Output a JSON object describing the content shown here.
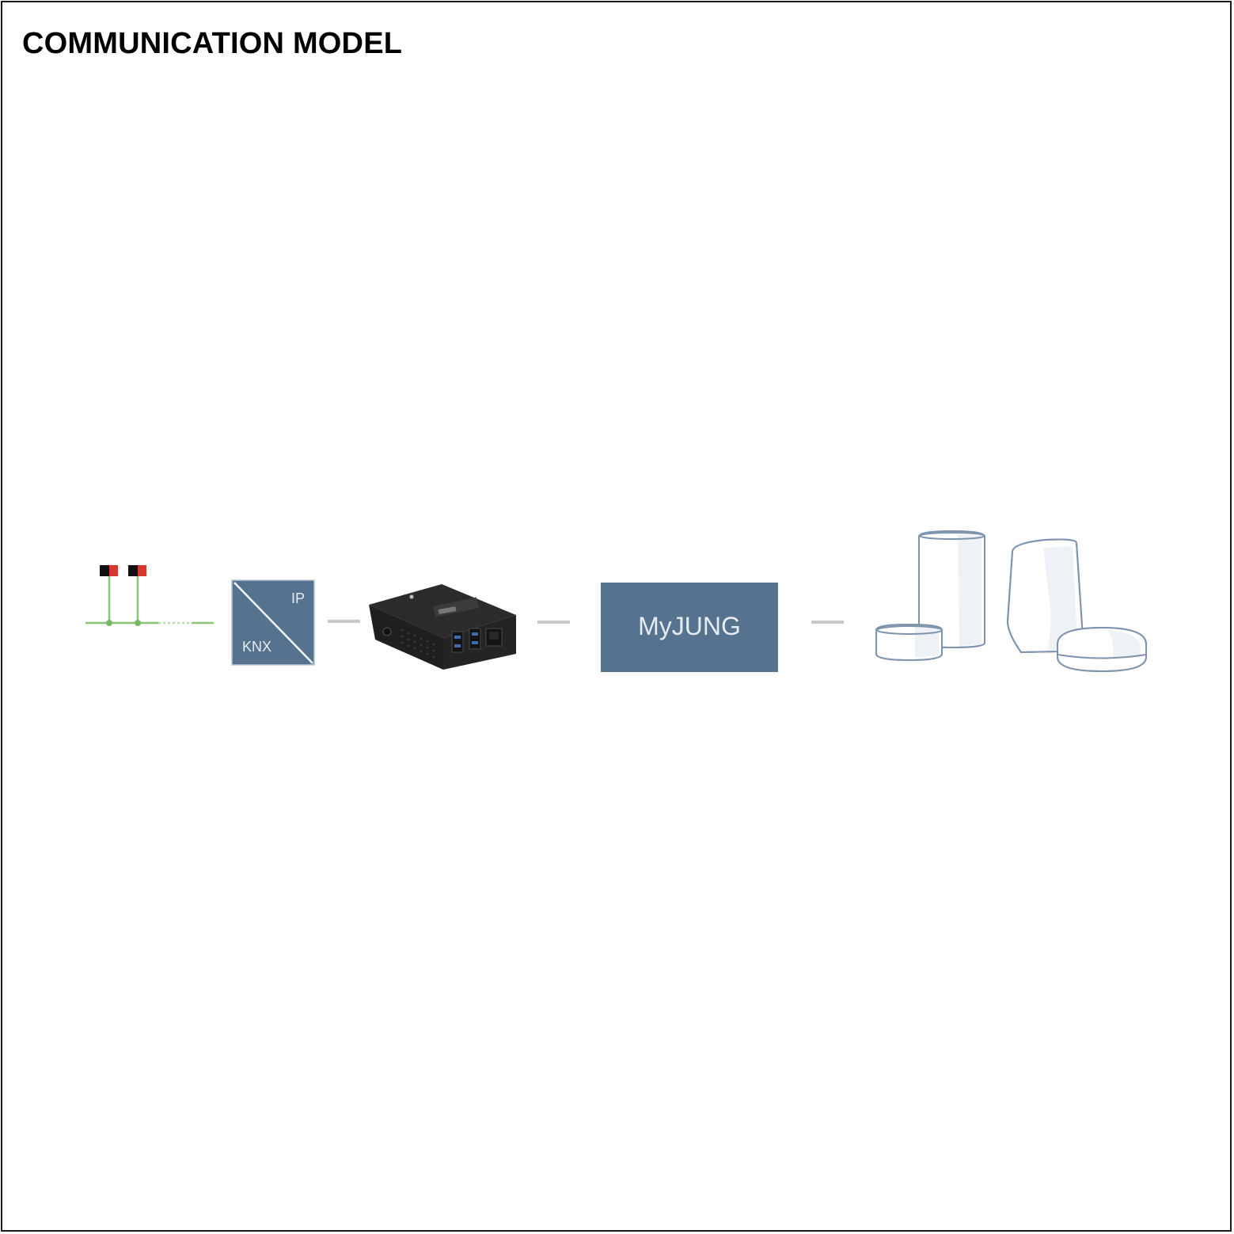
{
  "title": "COMMUNICATION MODEL",
  "gateway": {
    "label_top": "IP",
    "label_bottom": "KNX"
  },
  "cloud": {
    "label": "MyJUNG"
  },
  "colors": {
    "bus_line": "#8cc47a",
    "device_red": "#d63a2e",
    "device_black": "#111111",
    "box_blue": "#55728e",
    "connector_gray": "#c8c8c8",
    "speaker_outline": "#7e93ad",
    "speaker_fill": "#eef1f6",
    "hardware_dark": "#2b2b2b"
  },
  "icons": {
    "bus": "knx-bus-icon",
    "gateway": "ip-knx-gateway-icon",
    "hardware": "gateway-hardware-icon",
    "cloud": "myjung-cloud-box",
    "speakers": "smart-speakers-icon"
  }
}
